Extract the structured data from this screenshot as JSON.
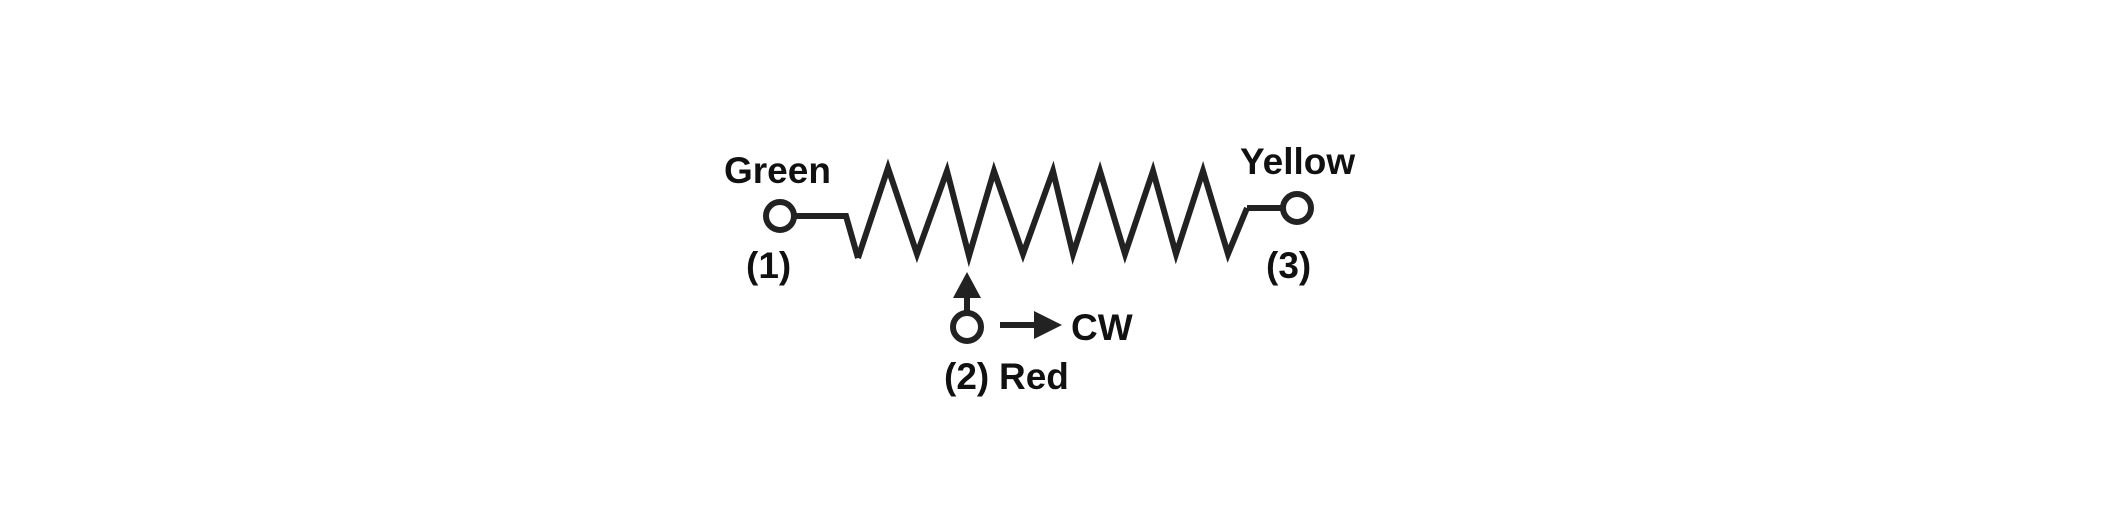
{
  "labels": {
    "terminal_1_color": "Green",
    "terminal_1_number": "(1)",
    "terminal_3_color": "Yellow",
    "terminal_3_number": "(3)",
    "wiper_number": "(2)",
    "wiper_color": "Red",
    "direction": "CW"
  },
  "colors": {
    "stroke": "#222222",
    "text": "#111111",
    "background": "#ffffff"
  }
}
